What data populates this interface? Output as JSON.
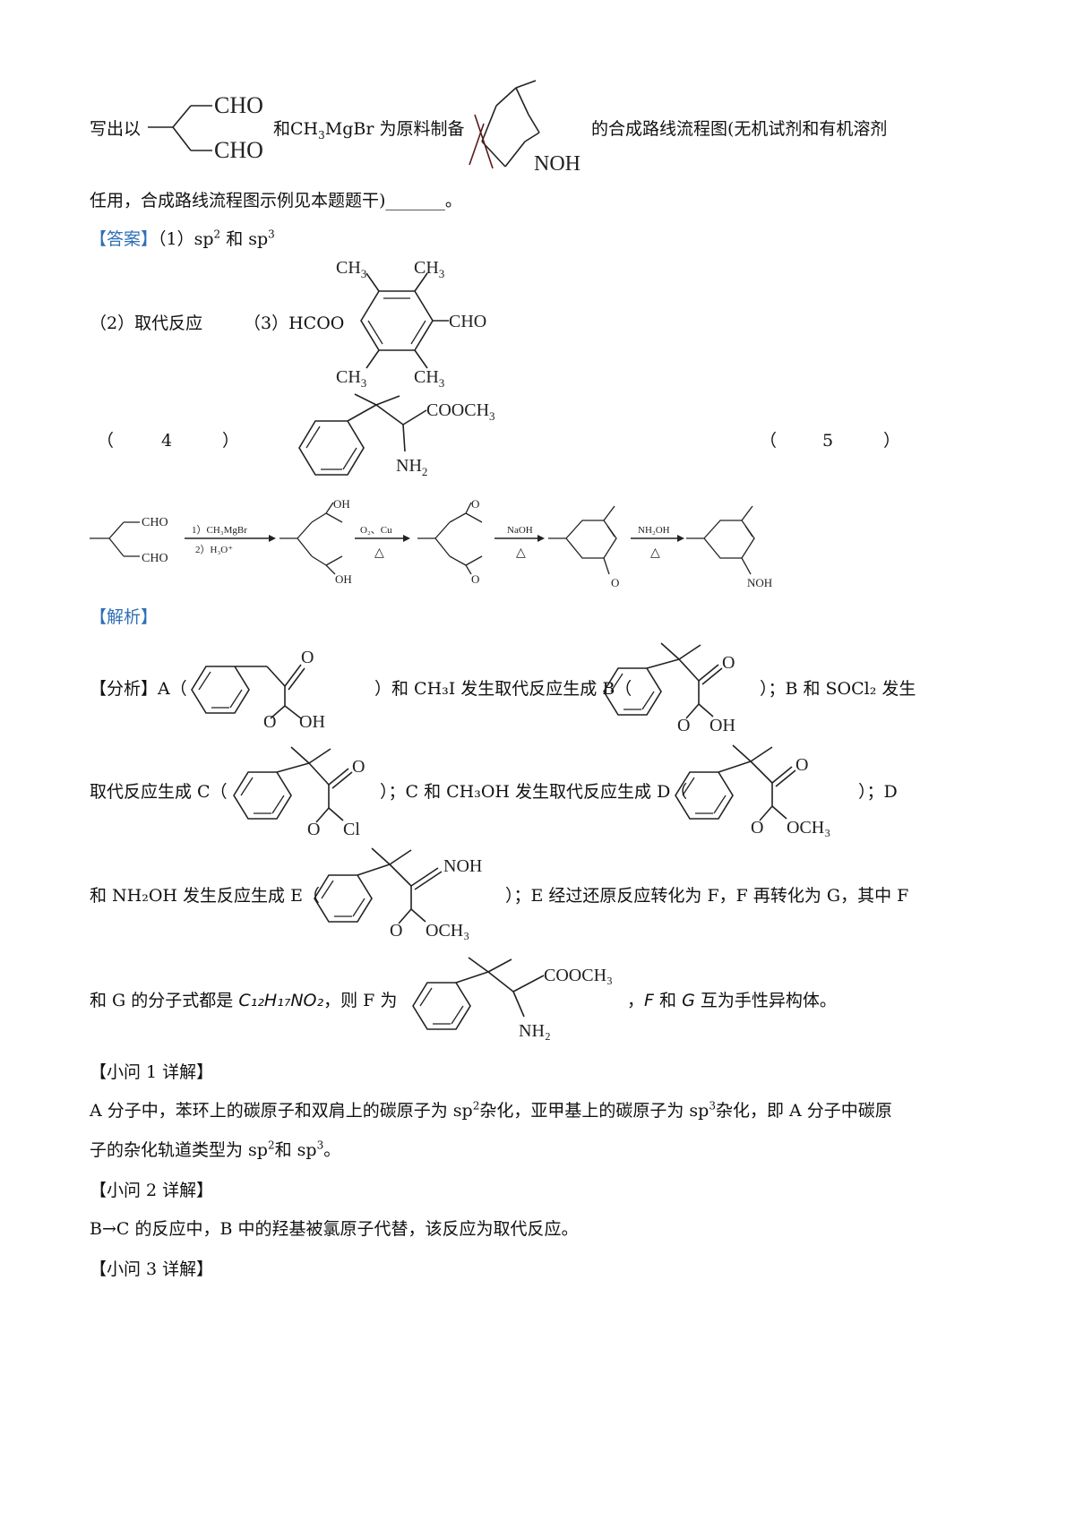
{
  "q5": {
    "lead": "写出以",
    "mid1": "和",
    "reagent": "CH",
    "reagent_sub": "3",
    "reagent_tail": "MgBr",
    "mid2": "为原料制备",
    "tail": "的合成路线流程图(无机试剂和有机溶剂",
    "line2": "任用，合成路线流程图示例见本题题干)_______。",
    "cho": "CHO",
    "noh": "NOH"
  },
  "answer": {
    "label": "【答案】",
    "a1_prefix": "（1）sp",
    "a1_sup1": "2",
    "a1_mid": "和 sp",
    "a1_sup2": "3",
    "a2": "（2）取代反应",
    "a3": "（3）HCOO",
    "a3_cho": "CHO",
    "ch3": "CH",
    "ch3_sub": "3",
    "a4_open": "（",
    "a4_num": "4",
    "a4_close": "）",
    "a5_open": "（",
    "a5_num": "5",
    "a5_close": "）",
    "cooch3": "COOCH",
    "cooch3_sub": "3",
    "nh2": "NH",
    "nh2_sub": "2"
  },
  "route": {
    "s1_top": "1）CH₃MgBr",
    "s1_bot": "2）H₃O⁺",
    "s2_top": "O₂、Cu",
    "s3_top": "NaOH",
    "s4_top": "NH₂OH",
    "heat": "△",
    "cho": "CHO",
    "oh": "OH",
    "o": "O",
    "noh": "NOH"
  },
  "analysis": {
    "label": "【解析】",
    "p1_a": "【分析】A（",
    "p1_b": "）和 CH₃I 发生取代反应生成 B（",
    "p1_c": "）；B 和 SOCl₂ 发生",
    "p2_a": "取代反应生成 C（",
    "p2_b": "）；C 和 CH₃OH 发生取代反应生成 D（",
    "p2_c": "）；D",
    "p3_a": "和 NH₂OH 发生反应生成 E（",
    "p3_b": "）；E 经过还原反应转化为 F，F 再转化为 G，其中 F",
    "p4_a": "和 G 的分子式都是",
    "p4_formula": "C₁₂H₁₇NO₂",
    "p4_b": "，则 F 为",
    "p4_c": "，",
    "p4_f": "F",
    "p4_and": "和",
    "p4_g": "G",
    "p4_d": "互为手性异构体。",
    "o": "O",
    "oh": "OH",
    "cl": "Cl",
    "och3": "OCH₃",
    "noh": "NOH",
    "cooch3": "COOCH₃",
    "nh2": "NH₂"
  },
  "details": {
    "q1_title": "【小问 1 详解】",
    "q1_line1_a": "A 分子中，苯环上的碳原子和双肩上的碳原子为 sp",
    "q1_sup1": "2",
    "q1_line1_b": "杂化，亚甲基上的碳原子为 sp",
    "q1_sup2": "3",
    "q1_line1_c": "杂化，即 A 分子中碳原",
    "q1_line2_a": "子的杂化轨道类型为 sp",
    "q1_sup3": "2",
    "q1_line2_b": "和 sp",
    "q1_sup4": "3",
    "q1_line2_c": "。",
    "q2_title": "【小问 2 详解】",
    "q2_text": "B→C 的反应中，B 中的羟基被氯原子代替，该反应为取代反应。",
    "q3_title": "【小问 3 详解】"
  }
}
